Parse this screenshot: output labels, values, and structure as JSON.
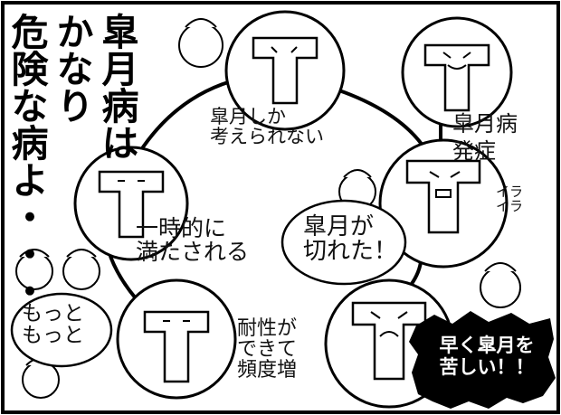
{
  "title_column_left": "危険な病よ・・・",
  "title_column_mid": "かなり",
  "title_column_right": "皐月病は",
  "step_top": "皐月しか\n考えられない",
  "step_right": "皐月病\n発症",
  "irritation_sfx": "イラ\nイラ",
  "bubble_out": "皐月が\n切れた！",
  "step_left": "一時的に\n満たされる",
  "step_bottom": "耐性が\nできて\n頻度増",
  "bubble_more": "もっと\nもっと",
  "warning_burst": "早く皐月を\n苦しい！！",
  "colors": {
    "ink": "#000000",
    "paper": "#ffffff"
  }
}
